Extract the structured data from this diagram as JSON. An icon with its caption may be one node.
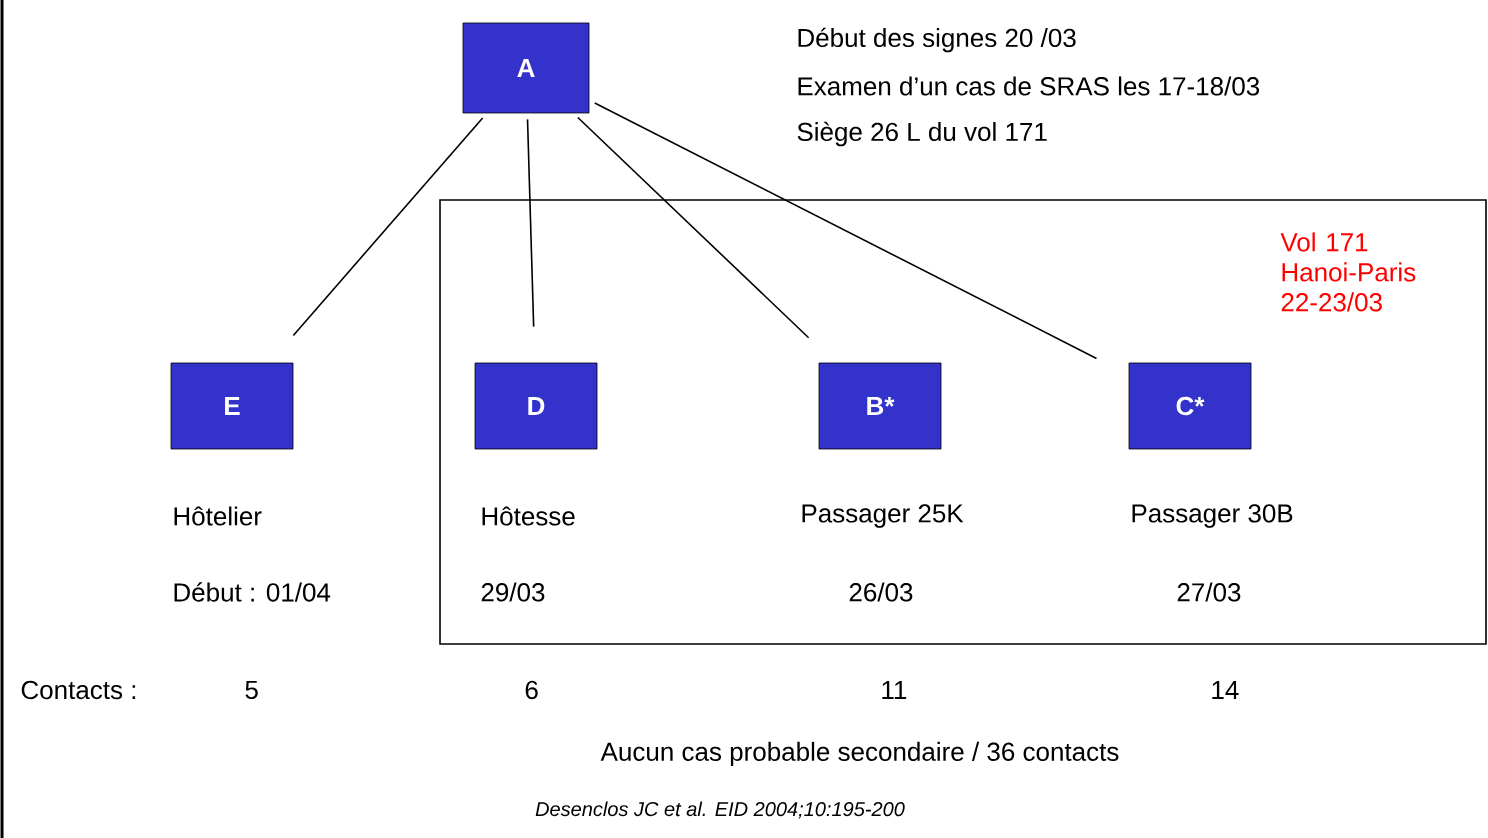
{
  "diagram": {
    "caption": "Desenclos JC et al. EID 2004;10:195-200",
    "nodes": [
      {
        "text": [
          "A"
        ],
        "beside": [
          "Début des signes 20 /03",
          "Examen d’un cas de SRAS les 17-18/03",
          "Siège 26 L du vol 171"
        ]
      },
      {
        "text": [
          "Vol 171 Hanoi-Paris 22-23/03"
        ]
      },
      {
        "text": [
          "E"
        ],
        "beside": [
          "Hôtelier",
          "Début : 01/04"
        ]
      },
      {
        "text": [
          "D"
        ],
        "in": 1,
        "beside": [
          "Hôtesse",
          "29/03"
        ]
      },
      {
        "text": [
          "B*"
        ],
        "in": 1,
        "beside": [
          "Passager 25K",
          "26/03"
        ]
      },
      {
        "text": [
          "C*"
        ],
        "in": 1,
        "beside": [
          "Passager 30B",
          "27/03"
        ]
      }
    ],
    "edges": [
      {
        "from": 0,
        "to": 2,
        "arrow": "none"
      },
      {
        "from": 0,
        "to": 3,
        "arrow": "none"
      },
      {
        "from": 0,
        "to": 4,
        "arrow": "none"
      },
      {
        "from": 0,
        "to": 5,
        "arrow": "none"
      }
    ],
    "labels": [
      "Contacts :",
      "5",
      "6",
      "11",
      "14",
      "Aucun cas probable secondaire / 36 contacts"
    ]
  }
}
